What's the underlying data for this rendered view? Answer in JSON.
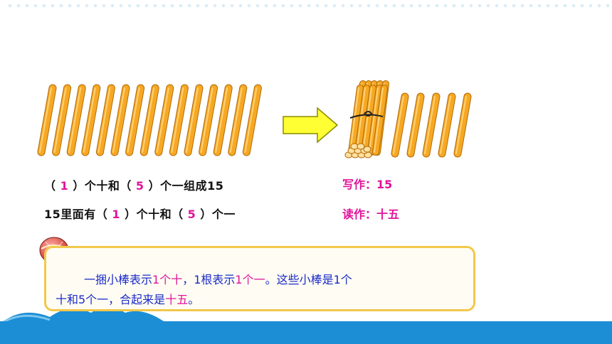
{
  "sentences": {
    "line1": {
      "open": "（",
      "tens": "1",
      "close1": "）个十和（",
      "ones": "5",
      "close2": "）个一组成15"
    },
    "line2": {
      "prefix": "15里面有（",
      "tens": "1",
      "mid": "）个十和（",
      "ones": "5",
      "suffix": "）个一"
    }
  },
  "written": {
    "write_label": "写作：15",
    "read_label": "读作：十五"
  },
  "summary": {
    "indent": "一捆小棒表示",
    "one_ten": "1个十",
    "comma1": "，1根表示",
    "one_one": "1个一",
    "rest1": "。这些小棒是1个",
    "rest2": "十和5个一，合起来是",
    "fifteen": "十五",
    "end": "。"
  },
  "colors": {
    "stick_fill": "#f7a823",
    "stick_stroke": "#b06a08",
    "arrow_fill": "#ffff33",
    "arrow_stroke": "#8a8a00",
    "accent": "#e0149a",
    "wave_blue": "#1c8ed6"
  },
  "icons": {
    "balloon": "hot-air-balloon-icon"
  }
}
